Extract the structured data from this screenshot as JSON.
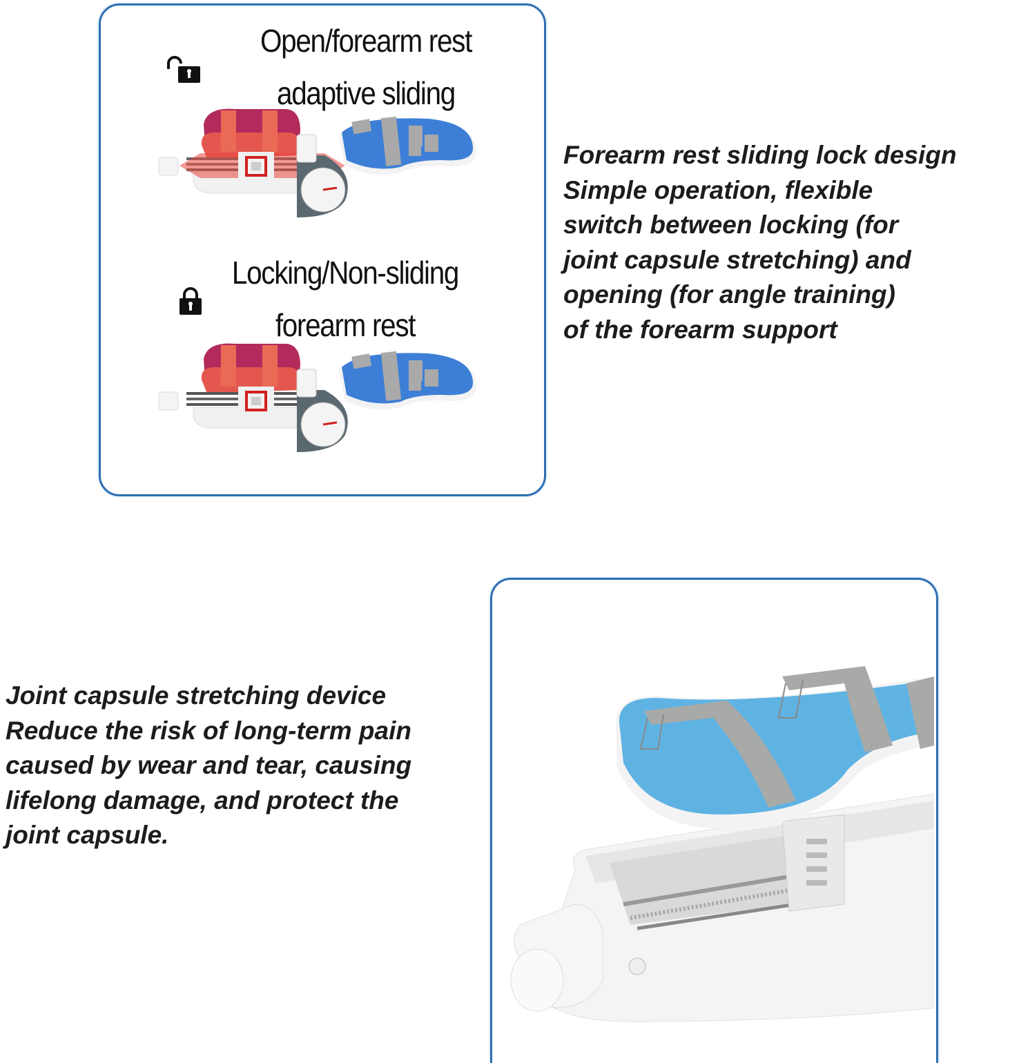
{
  "top_panel": {
    "open_mode": {
      "icon": "unlocked-padlock-icon",
      "title_line1": "Open/forearm rest",
      "title_line2": "adaptive sliding"
    },
    "locked_mode": {
      "icon": "locked-padlock-icon",
      "title_line1": "Locking/Non-sliding",
      "title_line2": "forearm rest"
    },
    "colors": {
      "border": "#2f6fb0",
      "forearm_cuff": "#c0305a",
      "hand_rest": "#3d7fd6",
      "strap": "#a9a9a9",
      "slide_arrow": "#e8453c"
    }
  },
  "right_description": {
    "lines": [
      "Forearm rest sliding lock design",
      "Simple operation, flexible",
      "switch between locking (for",
      "joint capsule stretching) and",
      "opening (for angle training)",
      "of the forearm support"
    ]
  },
  "left_description": {
    "lines": [
      "Joint capsule stretching device",
      "Reduce the risk of long-term pain",
      "caused by wear and tear, causing",
      "lifelong damage, and protect the",
      "joint capsule."
    ]
  },
  "bottom_panel": {
    "image": "joint-capsule-stretching-device-closeup",
    "colors": {
      "border": "#2f6fb0",
      "tray": "#5fb3e3",
      "strap": "#a8aaa8",
      "base": "#f2f2f2"
    }
  }
}
